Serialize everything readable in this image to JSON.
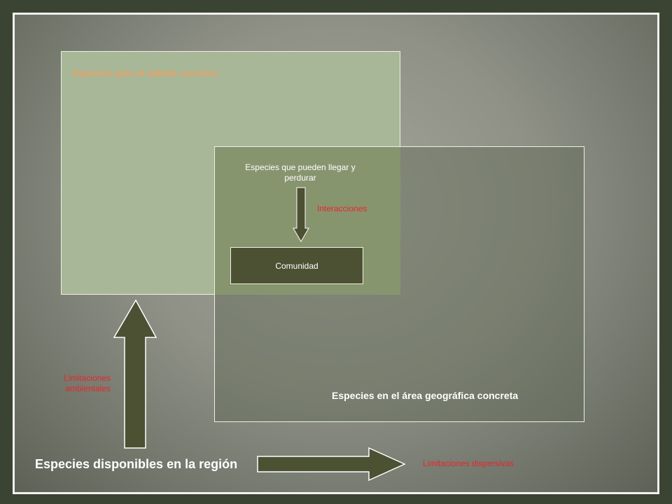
{
  "diagram": {
    "habitat_title": "Especies para el hábitat concreto",
    "reach_label": "Especies que pueden llegar y perdurar",
    "interactions_label": "Interacciones",
    "community_label": "Comunidad",
    "area_title": "Especies en el área geográfica concreta",
    "ambiental_label": "Limitaciones ambientales",
    "region_label": "Especies disponibles en la región",
    "dispersive_label": "Limitaciones dispersivas"
  },
  "colors": {
    "habitat_fill": "#a8b797",
    "overlap_fill": "#87956f",
    "community_fill": "#4b5132",
    "arrow_fill": "#4b5132",
    "constraint_text": "#e8262a",
    "habitat_title_text": "#e6a36a"
  }
}
